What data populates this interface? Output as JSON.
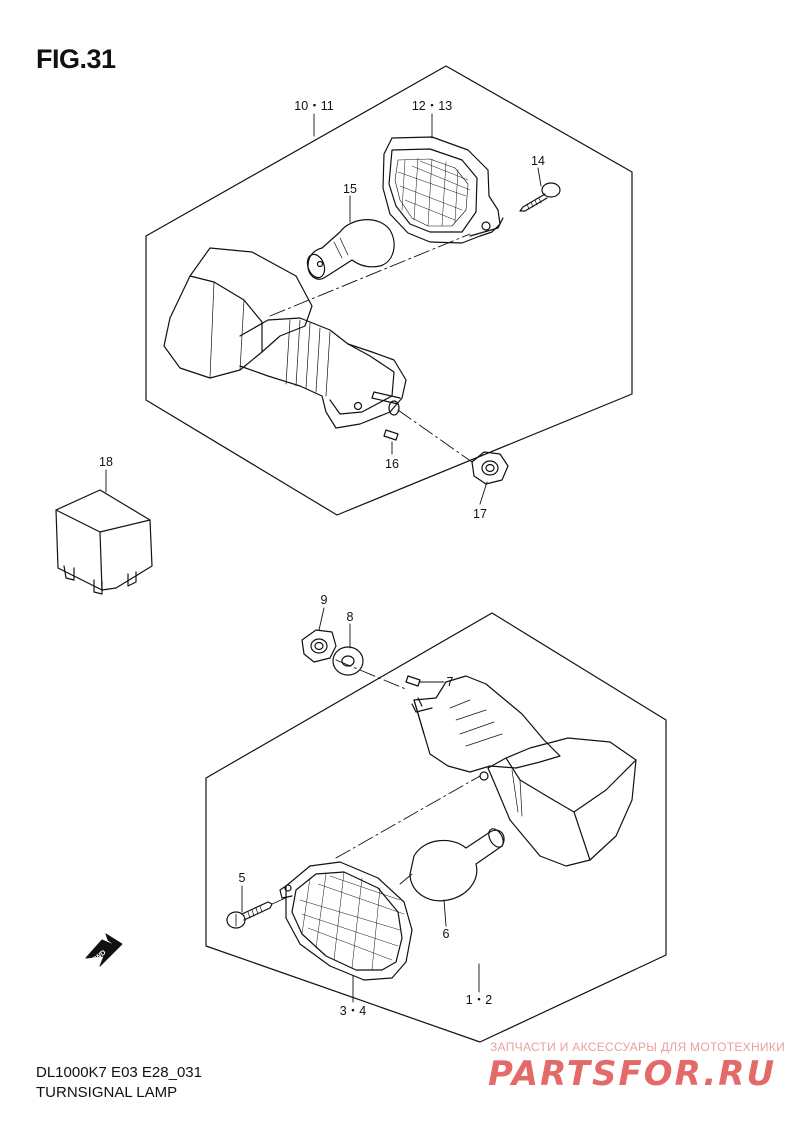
{
  "figure": {
    "title": "FIG.31"
  },
  "callouts": {
    "c_10_11": "10・11",
    "c_12_13": "12・13",
    "c_14": "14",
    "c_15": "15",
    "c_16": "16",
    "c_17": "17",
    "c_18": "18",
    "c_9": "9",
    "c_8": "8",
    "c_7": "7",
    "c_5": "5",
    "c_6": "6",
    "c_3_4": "3・4",
    "c_1_2": "1・2"
  },
  "direction_marker": {
    "label": "FWD",
    "icon": "fwd-arrow-icon"
  },
  "footer": {
    "model_code": "DL1000K7 E03 E28_031",
    "part_name": "TURNSIGNAL LAMP"
  },
  "watermark": {
    "tagline": "ЗАПЧАСТИ И АКСЕССУАРЫ ДЛЯ МОТОТЕХНИКИ",
    "logo": "PARTSFOR.RU"
  }
}
